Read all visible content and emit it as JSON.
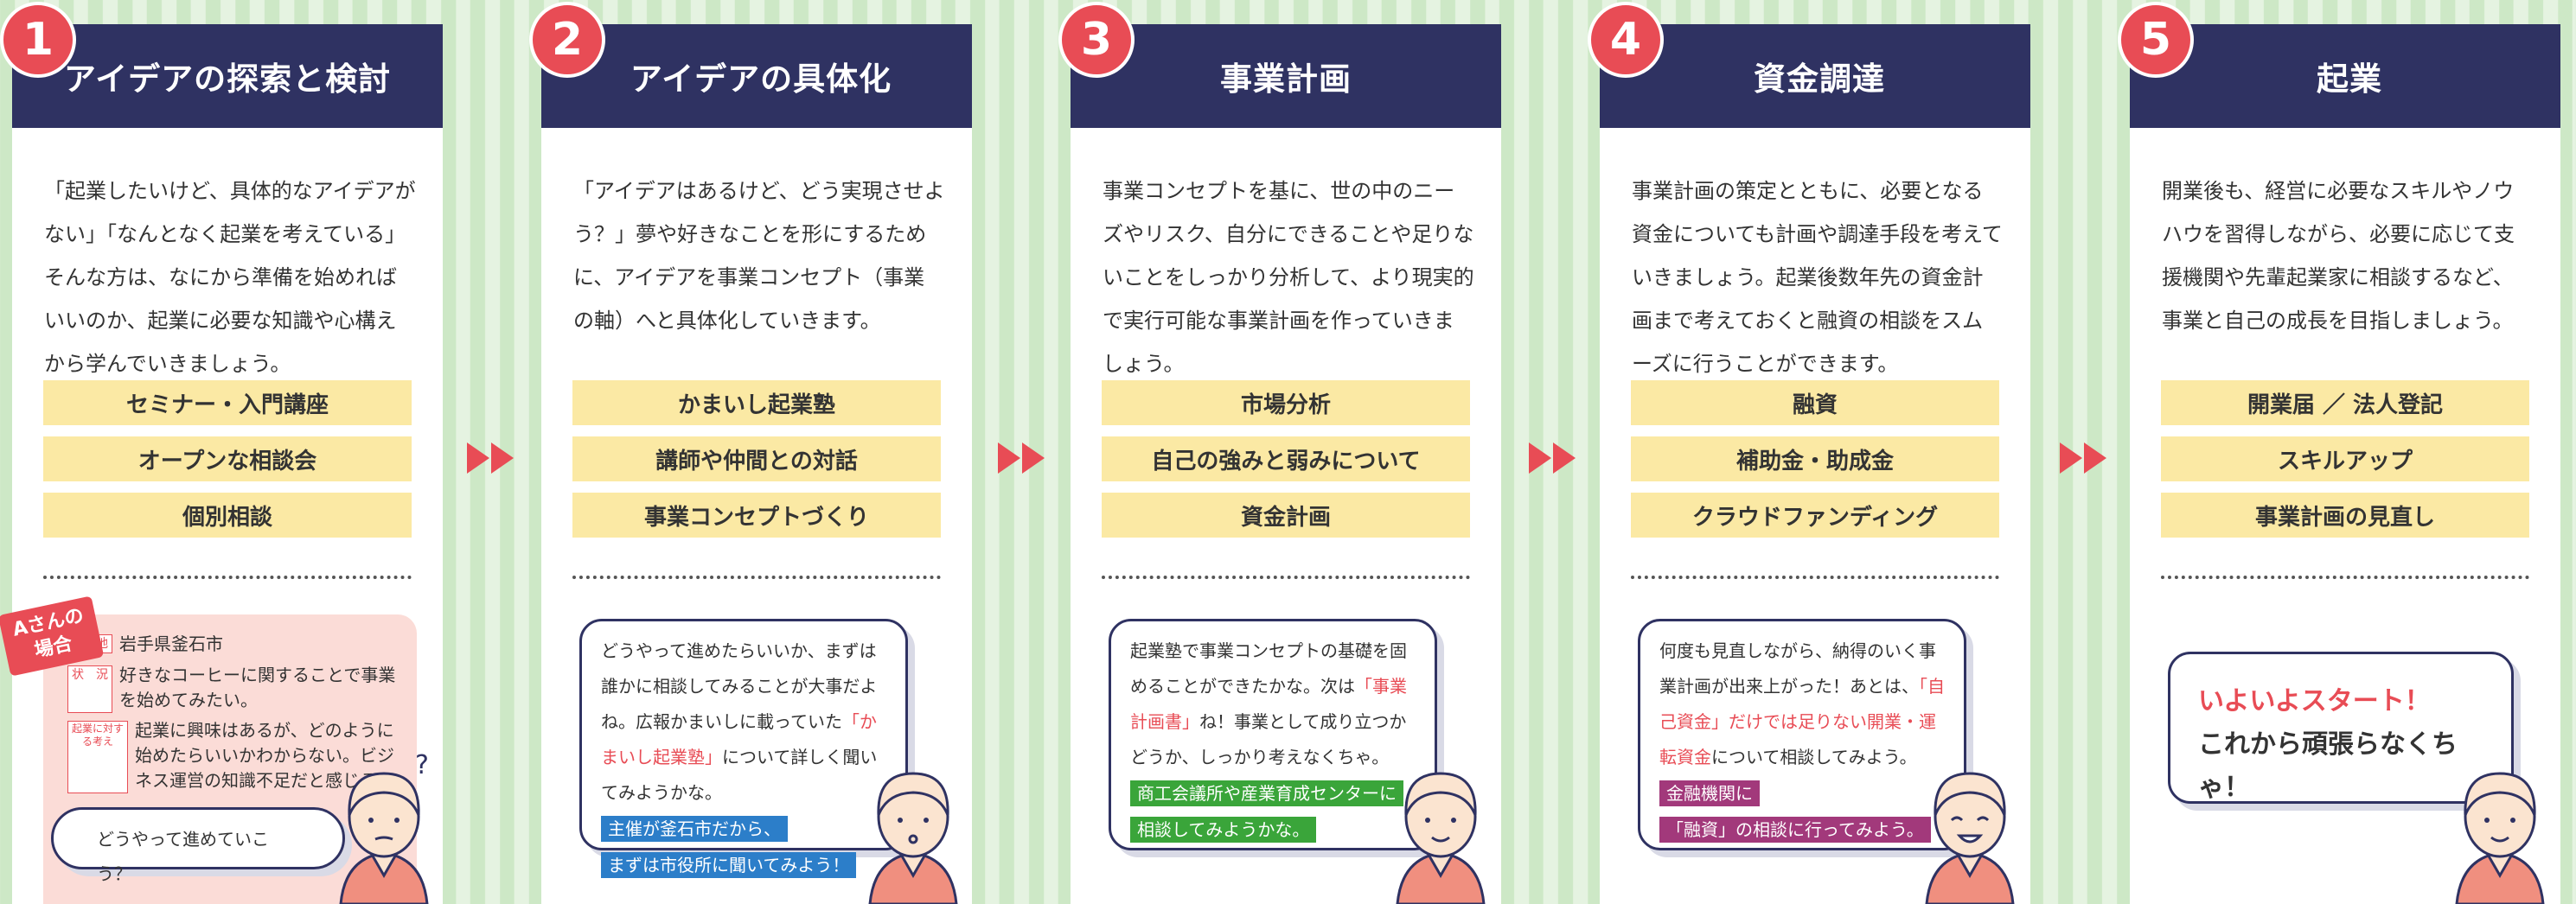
{
  "steps": [
    {
      "number": "1",
      "title": "アイデアの探索と検討",
      "description": "「起業したいけど、具体的なアイデアがない」「なんとなく起業を考えている」そんな方は、なにから準備を始めればいいのか、起業に必要な知識や心構えから学んでいきましょう。",
      "tags": [
        "セミナー・入門講座",
        "オープンな相談会",
        "個別相談"
      ],
      "profile": {
        "ribbon": "Aさんの\n場合",
        "rows": [
          {
            "label": "居住地",
            "text": "岩手県釜石市"
          },
          {
            "label": "状　況",
            "text": "好きなコーヒーに関することで事業を始めてみたい。"
          },
          {
            "label": "起業に対する考え",
            "text": "起業に興味はあるが、どのように始めたらいいかわからない。ビジネス運営の知識不足だと感じる。"
          }
        ],
        "bubble": "どうやって進めていこう？"
      }
    },
    {
      "number": "2",
      "title": "アイデアの具体化",
      "description": "「アイデアはあるけど、どう実現させよう？」夢や好きなことを形にするために、アイデアを事業コンセプト（事業の軸）へと具体化していきます。",
      "tags": [
        "かまいし起業塾",
        "講師や仲間との対話",
        "事業コンセプトづくり"
      ],
      "bubble": {
        "pre": "どうやって進めたらいいか、まずは誰かに相談してみることが大事だよね。広報かまいしに載っていた",
        "red": "「かまいし起業塾」",
        "post": "について詳しく聞いてみようかな。",
        "highlights": [
          "主催が釜石市だから、",
          "まずは市役所に聞いてみよう！"
        ]
      }
    },
    {
      "number": "3",
      "title": "事業計画",
      "description": "事業コンセプトを基に、世の中のニーズやリスク、自分にできることや足りないことをしっかり分析して、より現実的で実行可能な事業計画を作っていきましょう。",
      "tags": [
        "市場分析",
        "自己の強みと弱みについて",
        "資金計画"
      ],
      "bubble": {
        "pre": "起業塾で事業コンセプトの基礎を固めることができたかな。次は",
        "red": "「事業計画書」",
        "post": "ね！事業として成り立つかどうか、しっかり考えなくちゃ。",
        "highlights": [
          "商工会議所や産業育成センターに",
          "相談してみようかな。"
        ]
      }
    },
    {
      "number": "4",
      "title": "資金調達",
      "description": "事業計画の策定とともに、必要となる資金についても計画や調達手段を考えていきましょう。起業後数年先の資金計画まで考えておくと融資の相談をスムーズに行うことができます。",
      "tags": [
        "融資",
        "補助金・助成金",
        "クラウドファンディング"
      ],
      "bubble": {
        "pre": "何度も見直しながら、納得のいく事業計画が出来上がった！あとは、",
        "red": "「自己資金」だけでは足りない開業・運転資金",
        "post": "について相談してみよう。",
        "highlights": [
          "金融機関に",
          "「融資」の相談に行ってみよう。"
        ]
      }
    },
    {
      "number": "5",
      "title": "起業",
      "description": "開業後も、経営に必要なスキルやノウハウを習得しながら、必要に応じて支援機関や先輩起業家に相談するなど、事業と自己の成長を目指しましょう。",
      "tags": [
        "開業届 ／ 法人登記",
        "スキルアップ",
        "事業計画の見直し"
      ],
      "bubble": {
        "red": "いよいよスタート！",
        "post": "これから頑張らなくちゃ！"
      }
    }
  ],
  "colors": {
    "header": "#2f3262",
    "accent": "#e84c55",
    "tag": "#fbe9a4",
    "profile_bg": "#fbdcd7",
    "stripe_dark": "#cde8c6",
    "stripe_light": "#e5f3e1",
    "hl_blue": "#2c7ec9",
    "hl_green": "#3aa53a",
    "hl_purple": "#a2397b",
    "skin": "#fbe4d0",
    "shirt": "#f08f7f"
  },
  "icons": [
    "next-arrow-icon",
    "woman-illustration",
    "question-mark-icon"
  ]
}
